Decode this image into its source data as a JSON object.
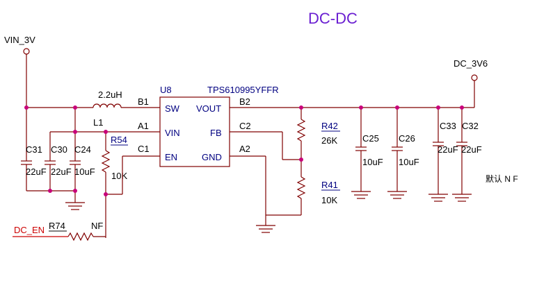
{
  "title": "DC-DC",
  "power": {
    "vin": "VIN_3V",
    "vout": "DC_3V6"
  },
  "enable_net": "DC_EN",
  "ic": {
    "ref": "U8",
    "part": "TPS610995YFFR",
    "pins": {
      "sw": "SW",
      "vin": "VIN",
      "en": "EN",
      "vout": "VOUT",
      "fb": "FB",
      "gnd": "GND"
    },
    "pin_numbers": {
      "sw": "B1",
      "vin": "A1",
      "en": "C1",
      "vout": "B2",
      "fb": "C2",
      "gnd": "A2"
    }
  },
  "components": {
    "l1": {
      "ref": "L1",
      "value": "2.2uH"
    },
    "r54": {
      "ref": "R54",
      "value": "10K"
    },
    "r74": {
      "ref": "R74",
      "value": "NF"
    },
    "r42": {
      "ref": "R42",
      "value": "26K"
    },
    "r41": {
      "ref": "R41",
      "value": "10K"
    },
    "c31": {
      "ref": "C31",
      "value": "22uF"
    },
    "c30": {
      "ref": "C30",
      "value": "22uF"
    },
    "c24": {
      "ref": "C24",
      "value": "10uF"
    },
    "c25": {
      "ref": "C25",
      "value": "10uF"
    },
    "c26": {
      "ref": "C26",
      "value": "10uF"
    },
    "c33": {
      "ref": "C33",
      "value": "22uF"
    },
    "c32": {
      "ref": "C32",
      "value": "22uF"
    }
  },
  "note": "默认 N F"
}
